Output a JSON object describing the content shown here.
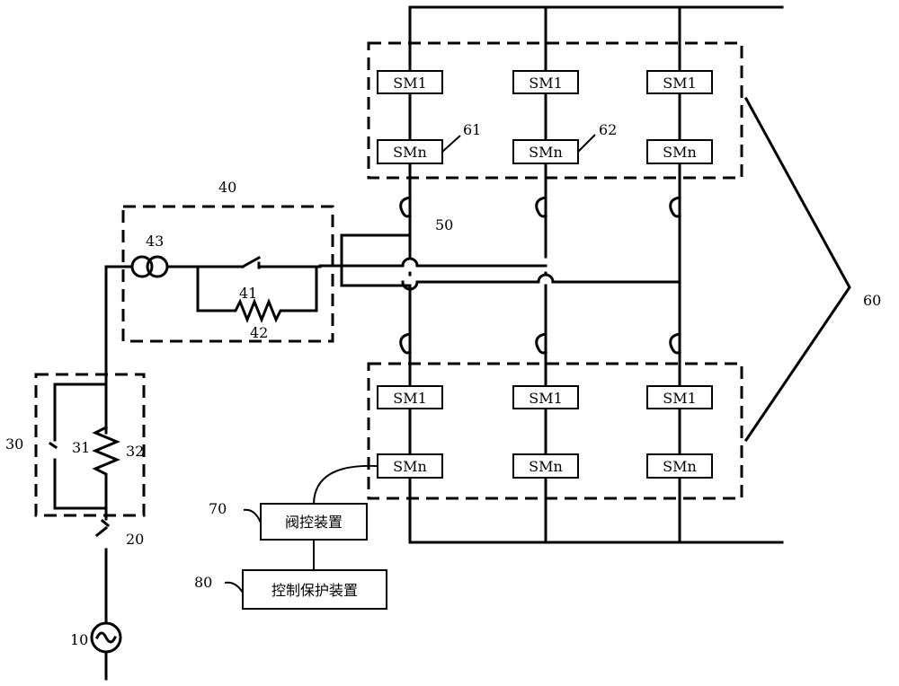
{
  "modules": {
    "sm1": "SM1",
    "smn": "SMn"
  },
  "devices": {
    "valve_control": "阀控装置",
    "control_protection": "控制保护装置"
  },
  "labels": {
    "l10": "10",
    "l20": "20",
    "l30": "30",
    "l31": "31",
    "l32": "32",
    "l40": "40",
    "l41": "41",
    "l42": "42",
    "l43": "43",
    "l50": "50",
    "l60": "60",
    "l61": "61",
    "l62": "62",
    "l70": "70",
    "l80": "80"
  }
}
